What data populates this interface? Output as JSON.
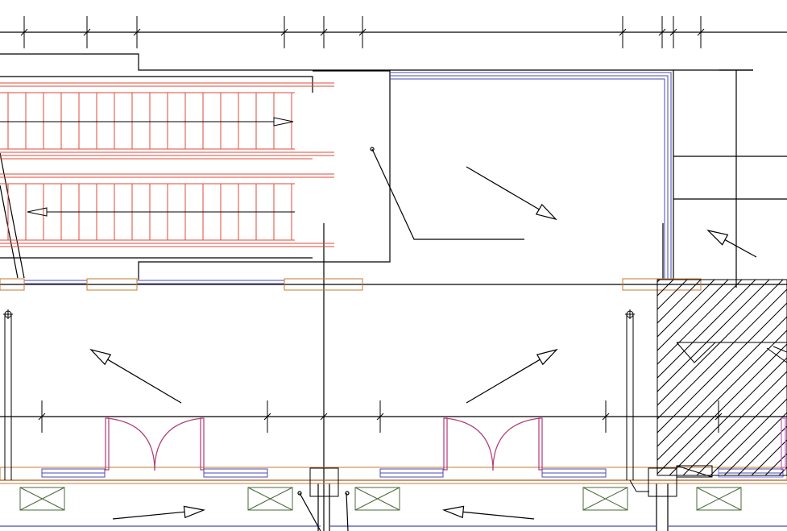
{
  "drawing": {
    "type": "architectural floor plan (CAD)",
    "background_color": "#ffffff",
    "colors": {
      "line": "#000000",
      "escalator": "#e0483a",
      "glazing": "#4a4ab0",
      "frame": "#c87832",
      "door": "#b03a78",
      "door_alt": "#c060c0",
      "fixture": "#4a6a3a",
      "hatch": "#000000"
    },
    "elements": {
      "escalators": 2,
      "double_doors": 3,
      "fixtures": 5,
      "columns": 2,
      "direction_arrows": 10,
      "hatched_areas": 1
    },
    "text_labels": []
  }
}
